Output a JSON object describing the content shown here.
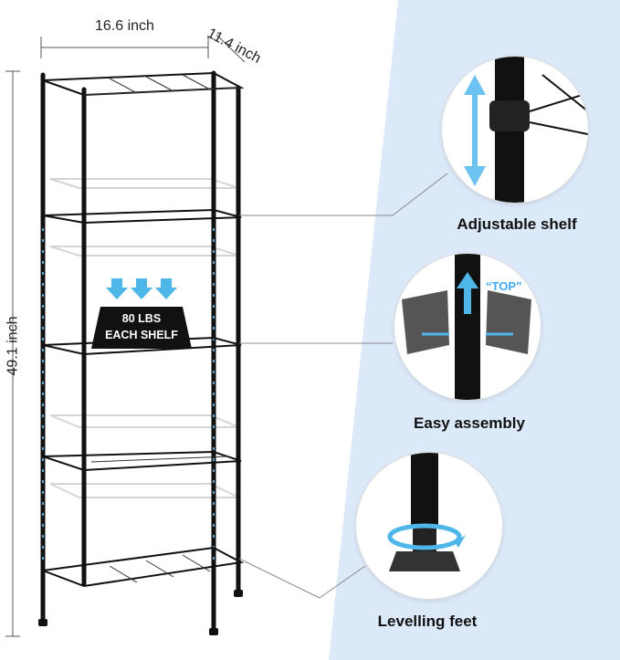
{
  "dimensions": {
    "width_label": "16.6 inch",
    "depth_label": "11.4 inch",
    "height_label": "49.1 inch"
  },
  "load_badge": {
    "line1": "80 LBS",
    "line2": "EACH SHELF"
  },
  "features": [
    {
      "caption": "Adjustable shelf",
      "icon": "up-down-arrow-icon"
    },
    {
      "caption": "Easy assembly",
      "icon": "connector-clip-icon",
      "tag": "“TOP”"
    },
    {
      "caption": "Levelling feet",
      "icon": "rotate-arrow-icon"
    }
  ],
  "colors": {
    "accent_blue": "#3fa9f5",
    "panel_blue": "#dbe9f9",
    "frame_black": "#111111"
  }
}
